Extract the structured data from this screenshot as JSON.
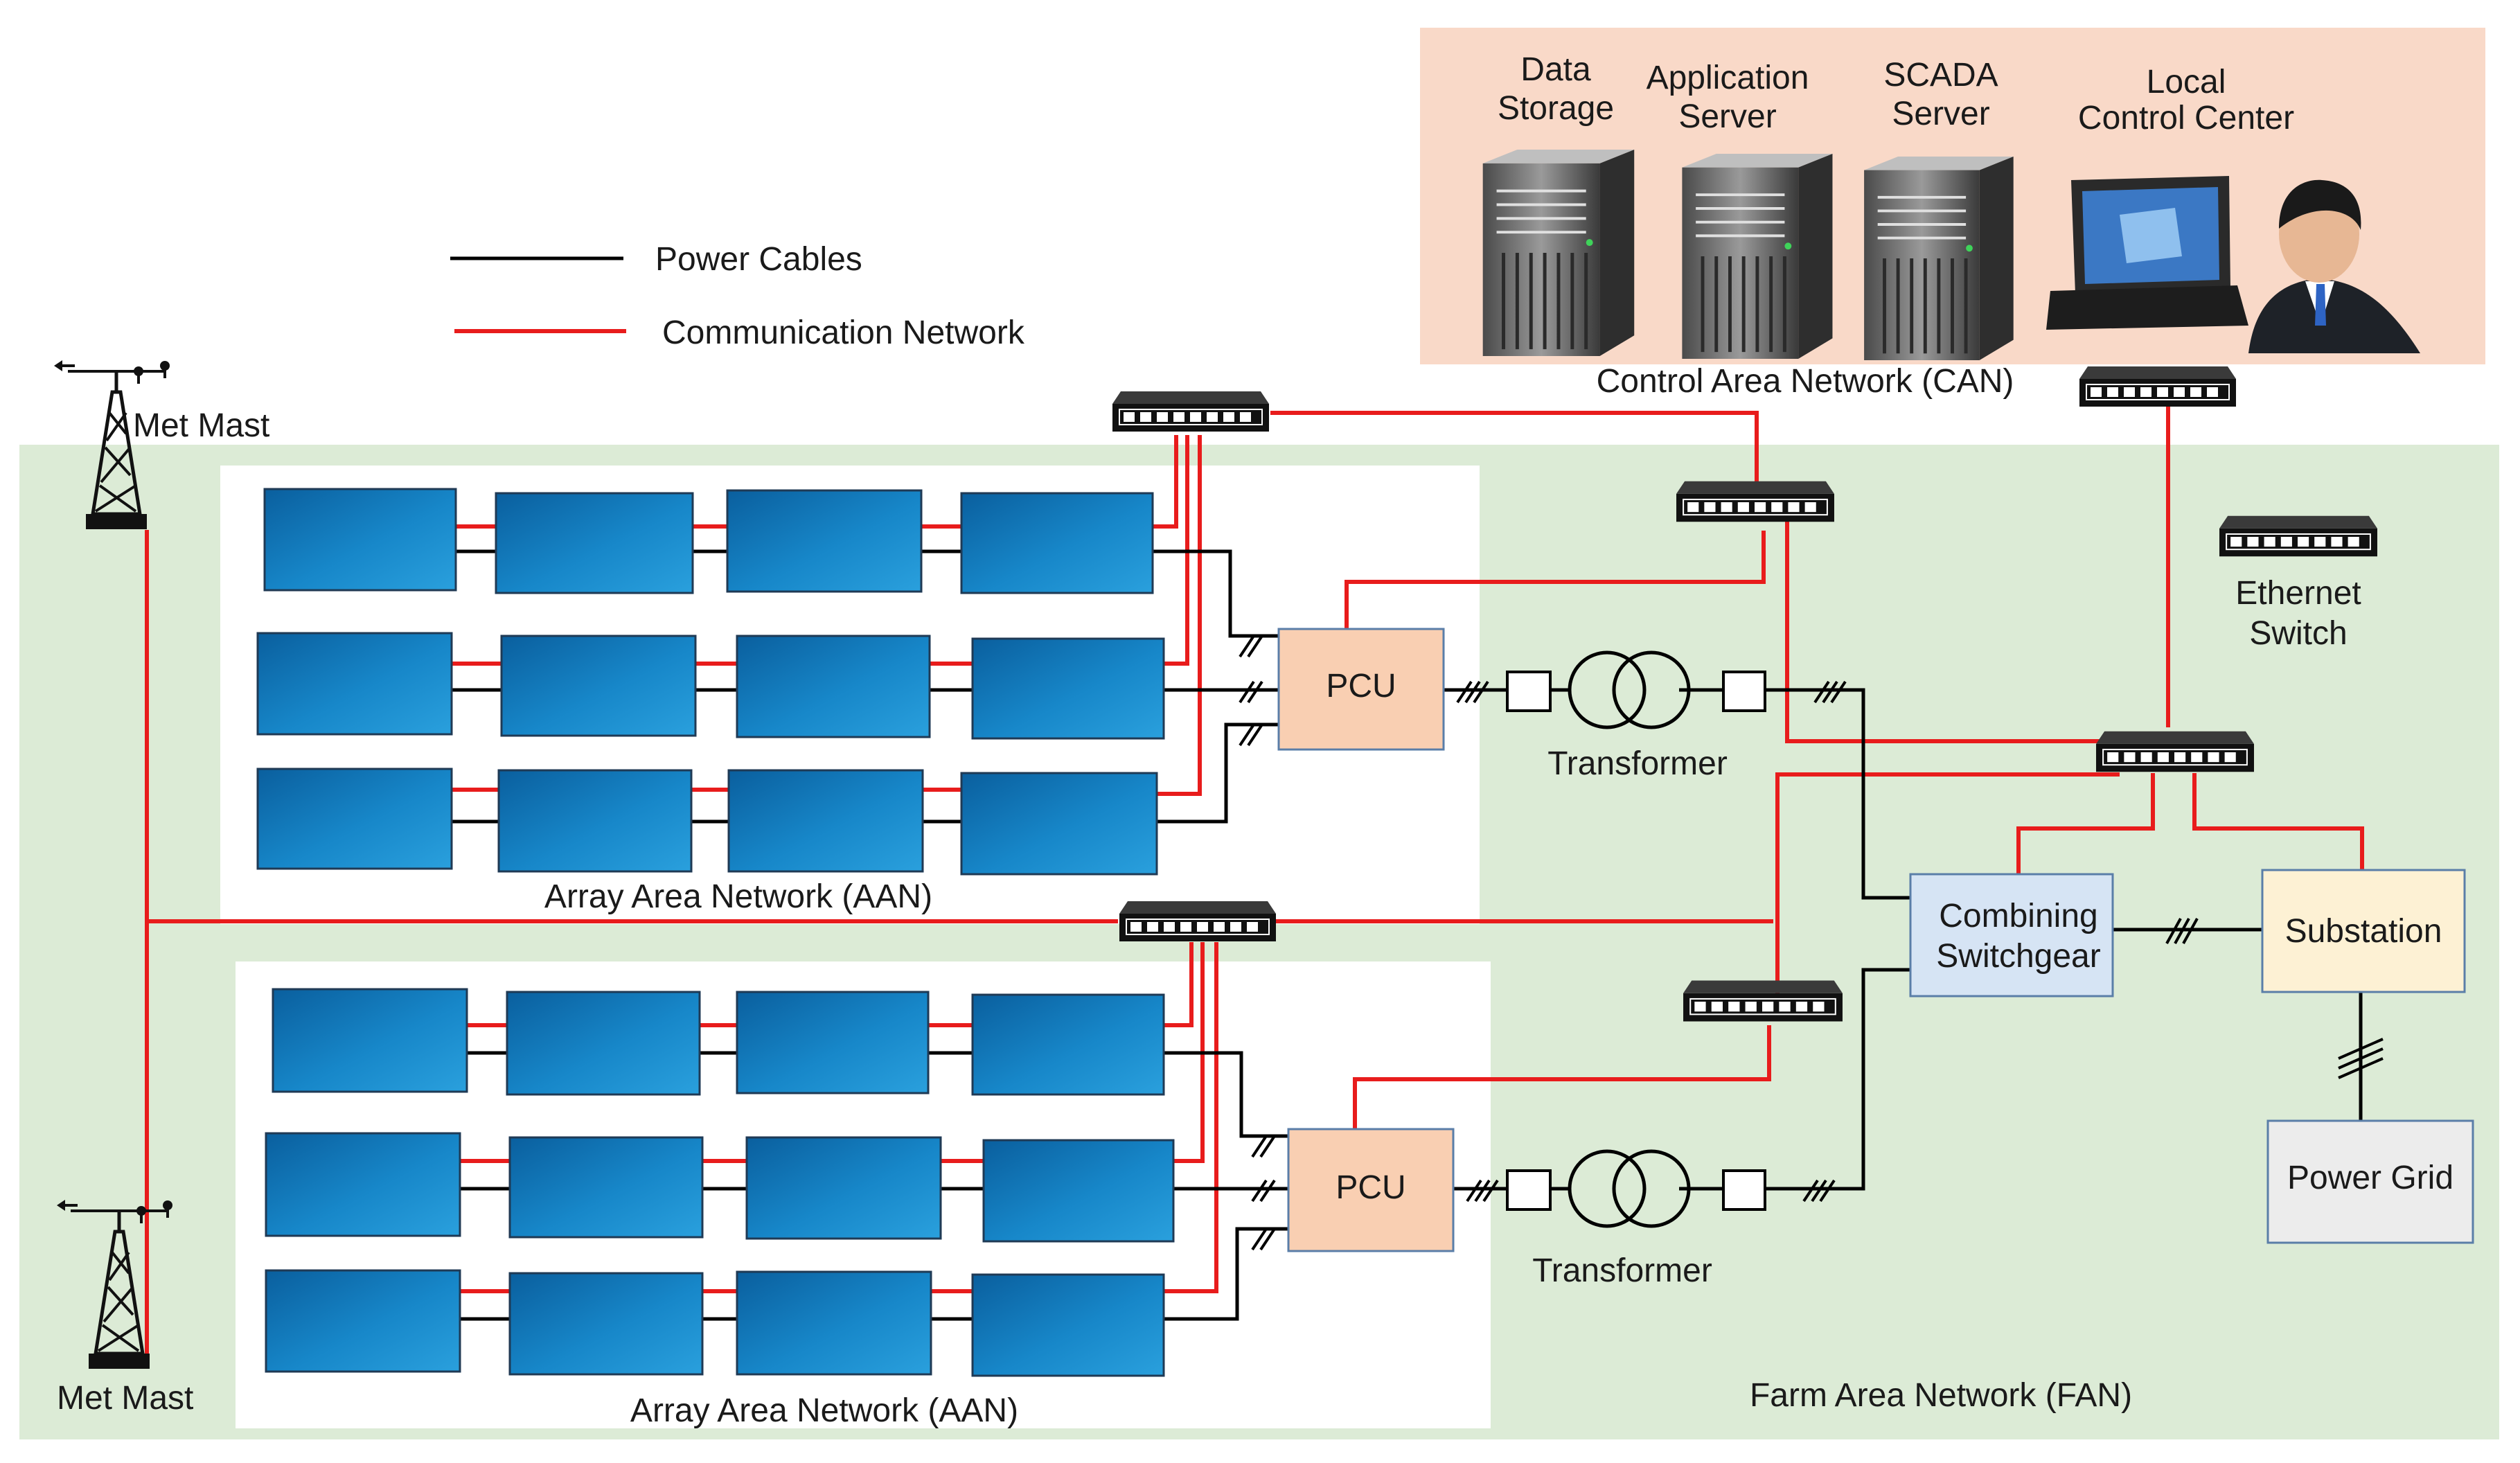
{
  "colors": {
    "fan_background": "#dcebd6",
    "can_background": "#f9d9c8",
    "aan_background": "#ffffff",
    "panel_blue": "#1787c9",
    "pcu_fill": "#f9cfb2",
    "switchgear_fill": "#d6e4f4",
    "substation_fill": "#fdf1d4",
    "grid_fill": "#ececec",
    "communication_line": "#e81c1c",
    "power_line": "#000000"
  },
  "legend": {
    "power": "Power Cables",
    "communication": "Communication Network"
  },
  "can": {
    "title": "Control Area Network (CAN)",
    "data_storage": [
      "Data",
      "Storage"
    ],
    "application_server": [
      "Application",
      "Server"
    ],
    "scada_server": [
      "SCADA",
      "Server"
    ],
    "local_control_center": [
      "Local",
      "Control Center"
    ],
    "icons": {
      "server": "server-tower-icon",
      "terminal": "touchscreen-terminal-icon",
      "operator": "operator-person-icon"
    }
  },
  "fan": {
    "title": "Farm Area Network (FAN)",
    "ethernet_switch": [
      "Ethernet",
      "Switch"
    ],
    "combining_switchgear": [
      "Combining",
      "Switchgear"
    ],
    "substation": "Substation",
    "power_grid": "Power Grid"
  },
  "met_mast_top": "Met Mast",
  "met_mast_bottom": "Met Mast",
  "aan_top": {
    "title": "Array Area Network (AAN)",
    "pcu": "PCU",
    "transformer": "Transformer"
  },
  "aan_bottom": {
    "title": "Array Area Network (AAN)",
    "pcu": "PCU",
    "transformer": "Transformer"
  },
  "icons": {
    "switch": "ethernet-switch-icon",
    "panel": "solar-panel-icon",
    "mast": "met-mast-icon",
    "transformer": "transformer-icon"
  }
}
